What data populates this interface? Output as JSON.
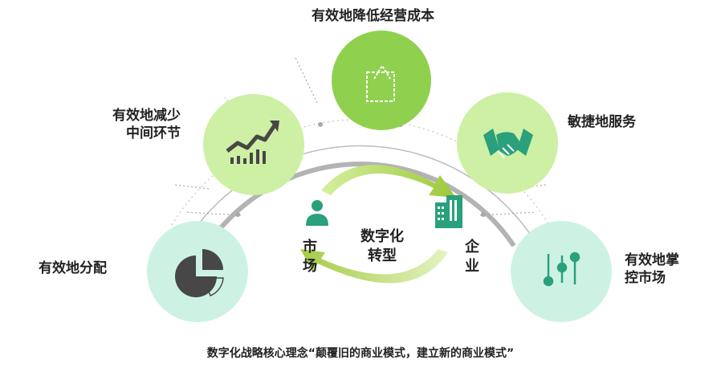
{
  "center": {
    "title_line1": "数字化",
    "title_line2": "转型",
    "left_line1": "市",
    "left_line2": "场",
    "right_line1": "企",
    "right_line2": "业"
  },
  "benefits": {
    "cost": "有效地降低经营成本",
    "reduce_line1": "有效地减少",
    "reduce_line2": "中间环节",
    "service": "敏捷地服务",
    "distribute": "有效地分配",
    "market_line1": "有效地掌",
    "market_line2": "控市场"
  },
  "caption": "数字化战略核心理念“颠覆旧的商业模式，建立新的商业模式”",
  "colors": {
    "green_dark": "#8fd14f",
    "green_light": "#cdf0a4",
    "mint": "#cdf2e3",
    "teal": "#2aa07d",
    "icon_dark": "#474747",
    "arc_gray": "#b3b3b3"
  },
  "icons": {
    "cost": "shopping-bag-icon",
    "reduce": "rising-chart-icon",
    "service": "handshake-icon",
    "distribute": "pie-chart-icon",
    "market": "sliders-icon",
    "market_side": "person-icon",
    "enterprise_side": "building-icon"
  }
}
